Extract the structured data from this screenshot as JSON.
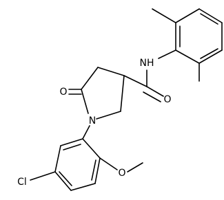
{
  "labels": {
    "nh": "NH",
    "o_amide": "O",
    "o_lactam": "O",
    "n_ring": "N",
    "o_methoxy": "O",
    "cl": "Cl"
  }
}
